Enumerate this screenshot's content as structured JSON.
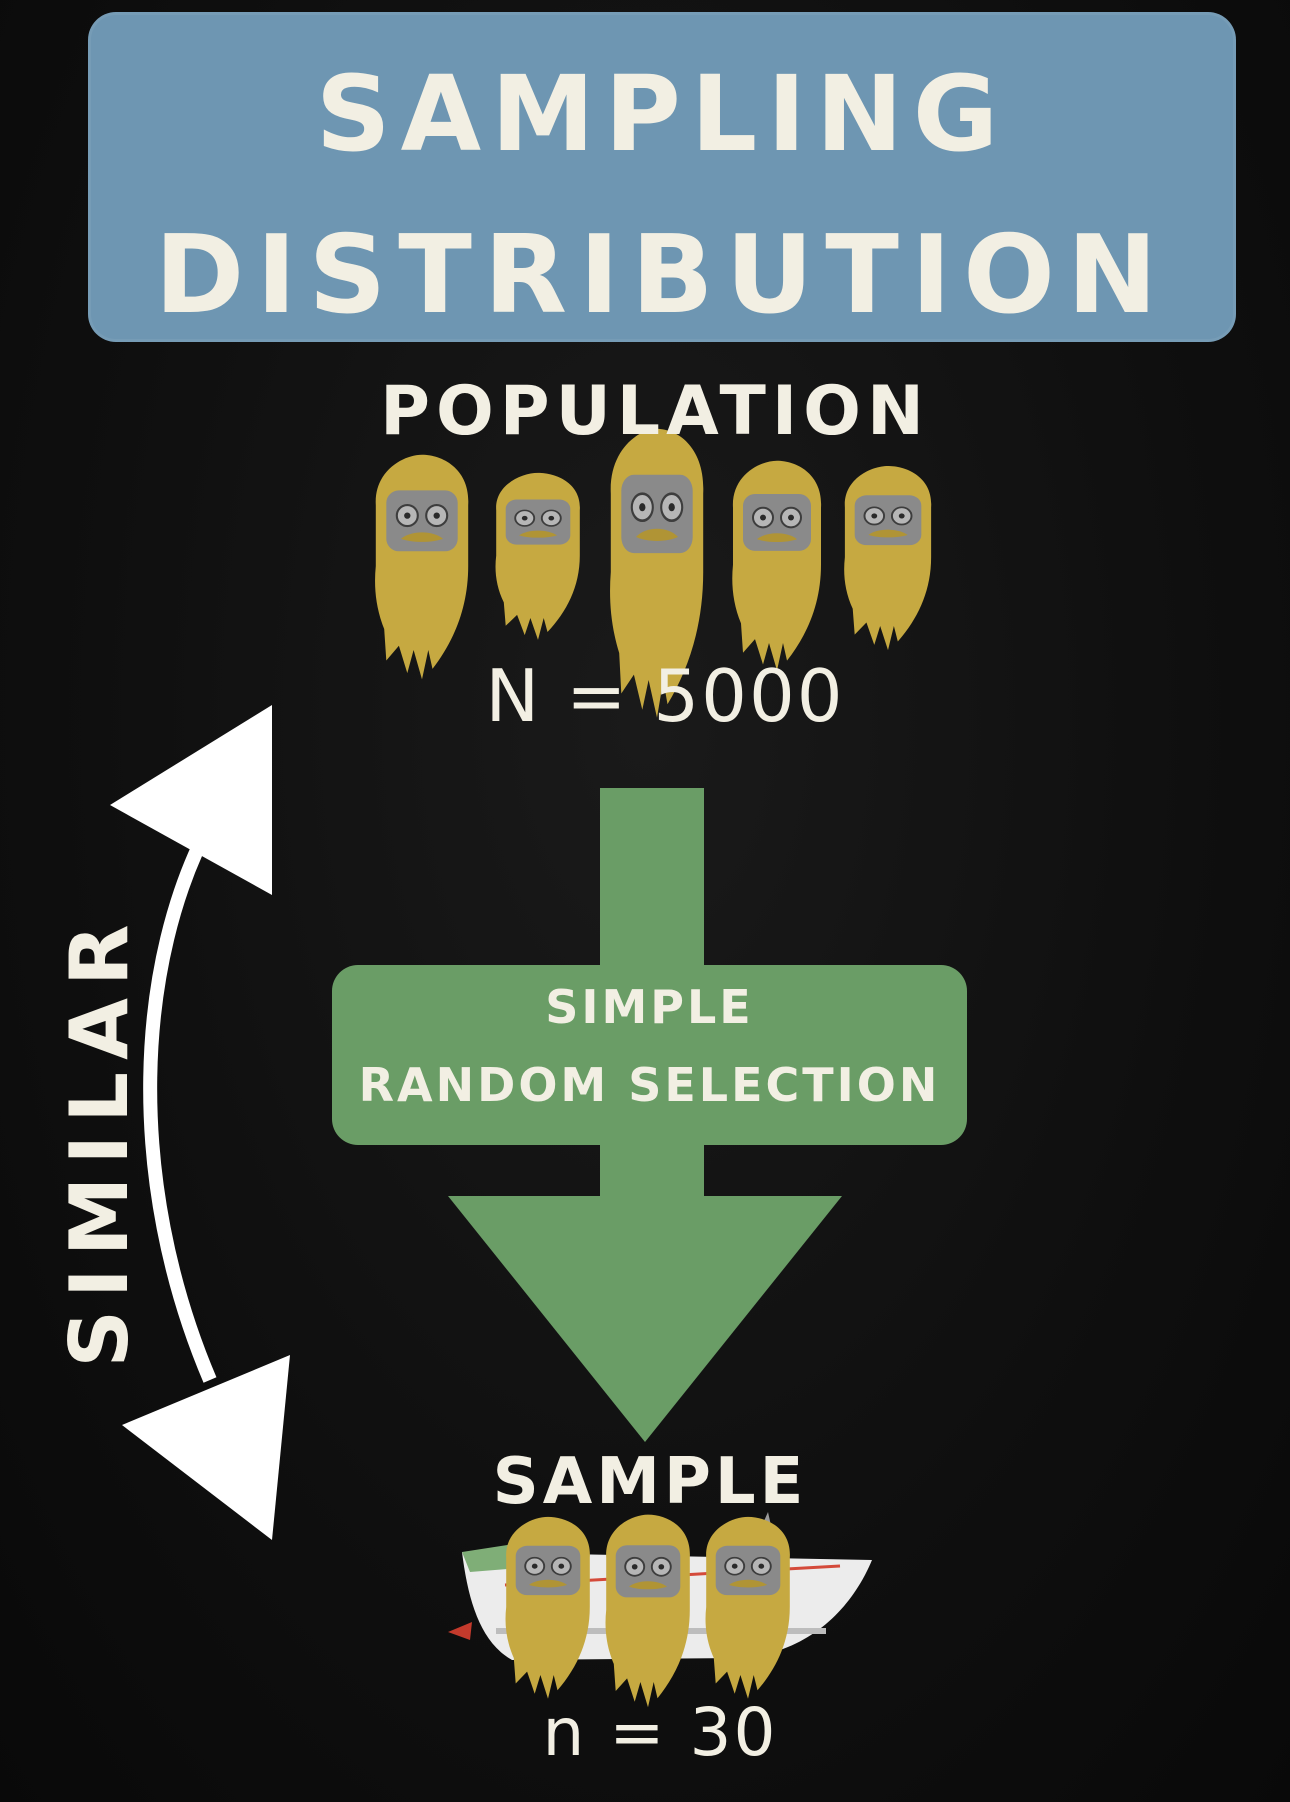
{
  "title": {
    "line1": "SAMPLING",
    "line2": "DISTRIBUTION"
  },
  "population": {
    "label": "POPULATION",
    "count_text": "N = 5000",
    "icon": "bearded-face-icon",
    "icon_count": 5
  },
  "selection": {
    "line1": "SIMPLE",
    "line2": "RANDOM SELECTION",
    "icon": "down-arrow-icon"
  },
  "sample": {
    "label": "SAMPLE",
    "count_text": "n = 30",
    "icon": "boat-icon",
    "passenger_count": 3
  },
  "relation": {
    "label": "SIMILAR",
    "icon": "double-headed-arrow-icon"
  },
  "colors": {
    "background": "#0e0e0e",
    "title_banner": "#6e96b2",
    "arrow_green": "#6a9d66",
    "chalk_text": "#f2efe3",
    "beard": "#c6a941",
    "face_gray": "#8a8a8a"
  }
}
